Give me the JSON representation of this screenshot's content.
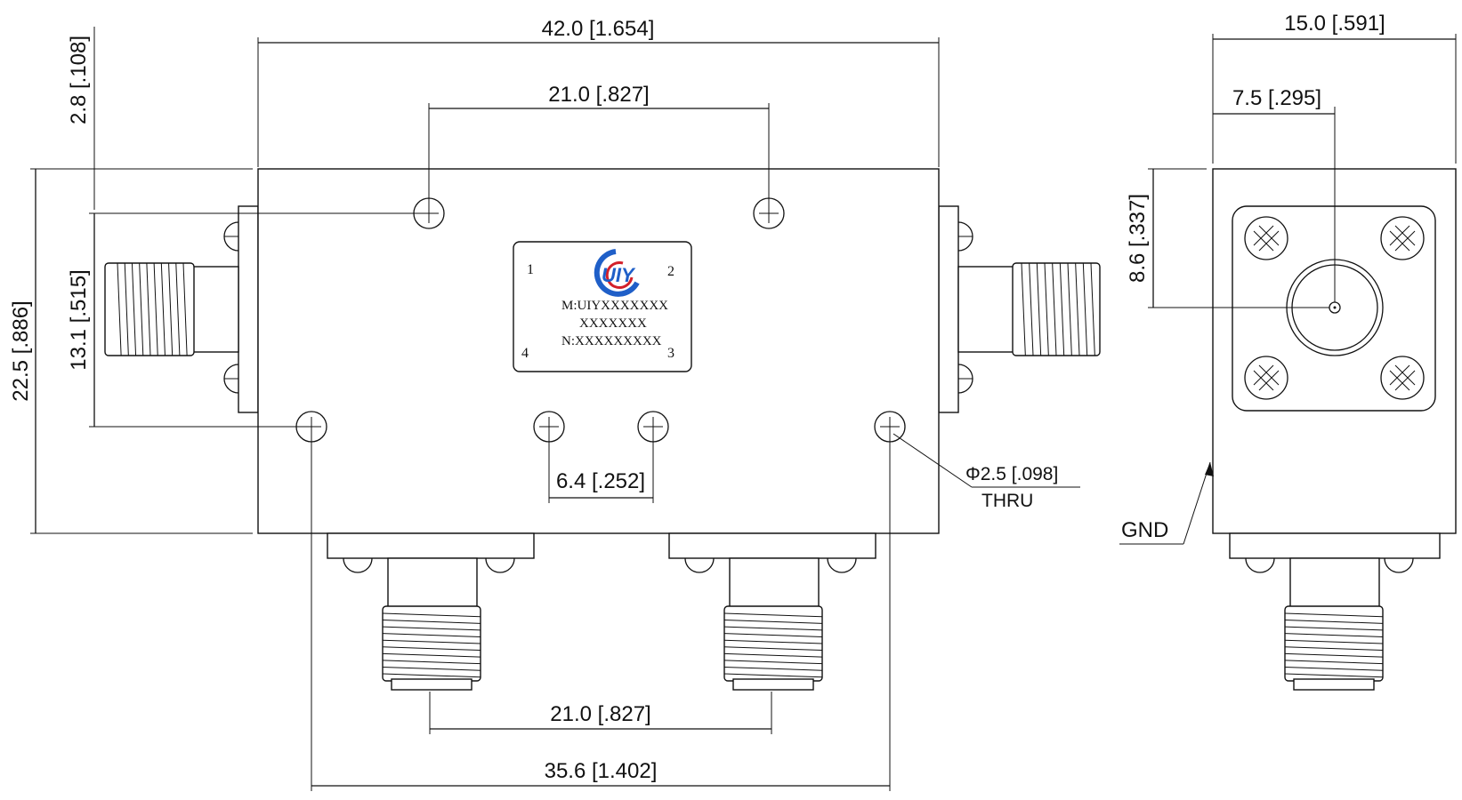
{
  "dimensions": {
    "overall_length": "42.0 [1.654]",
    "top_hole_spacing": "21.0 [.827]",
    "top_edge_offset": "2.8 [.108]",
    "overall_height": "22.5 [.886]",
    "hole_row_spacing": "13.1 [.515]",
    "center_hole_spacing": "6.4 [.252]",
    "bottom_connector_spacing": "21.0 [.827]",
    "outer_hole_spacing": "35.6 [1.402]",
    "side_width": "15.0 [.591]",
    "side_center": "7.5 [.295]",
    "side_connector_height": "8.6 [.337]"
  },
  "notes": {
    "hole_diameter": "Φ2.5 [.098]",
    "hole_type": "THRU",
    "ground": "GND"
  },
  "nameplate": {
    "model_line": "M:UIYXXXXXXX",
    "code_line": "XXXXXXX",
    "serial_line": "N:XXXXXXXXX",
    "port_1": "1",
    "port_2": "2",
    "port_3": "3",
    "port_4": "4",
    "logo_text": "UIY"
  },
  "colors": {
    "logo_blue": "#1f5fc8",
    "logo_red": "#d3202a",
    "line": "#111111"
  }
}
